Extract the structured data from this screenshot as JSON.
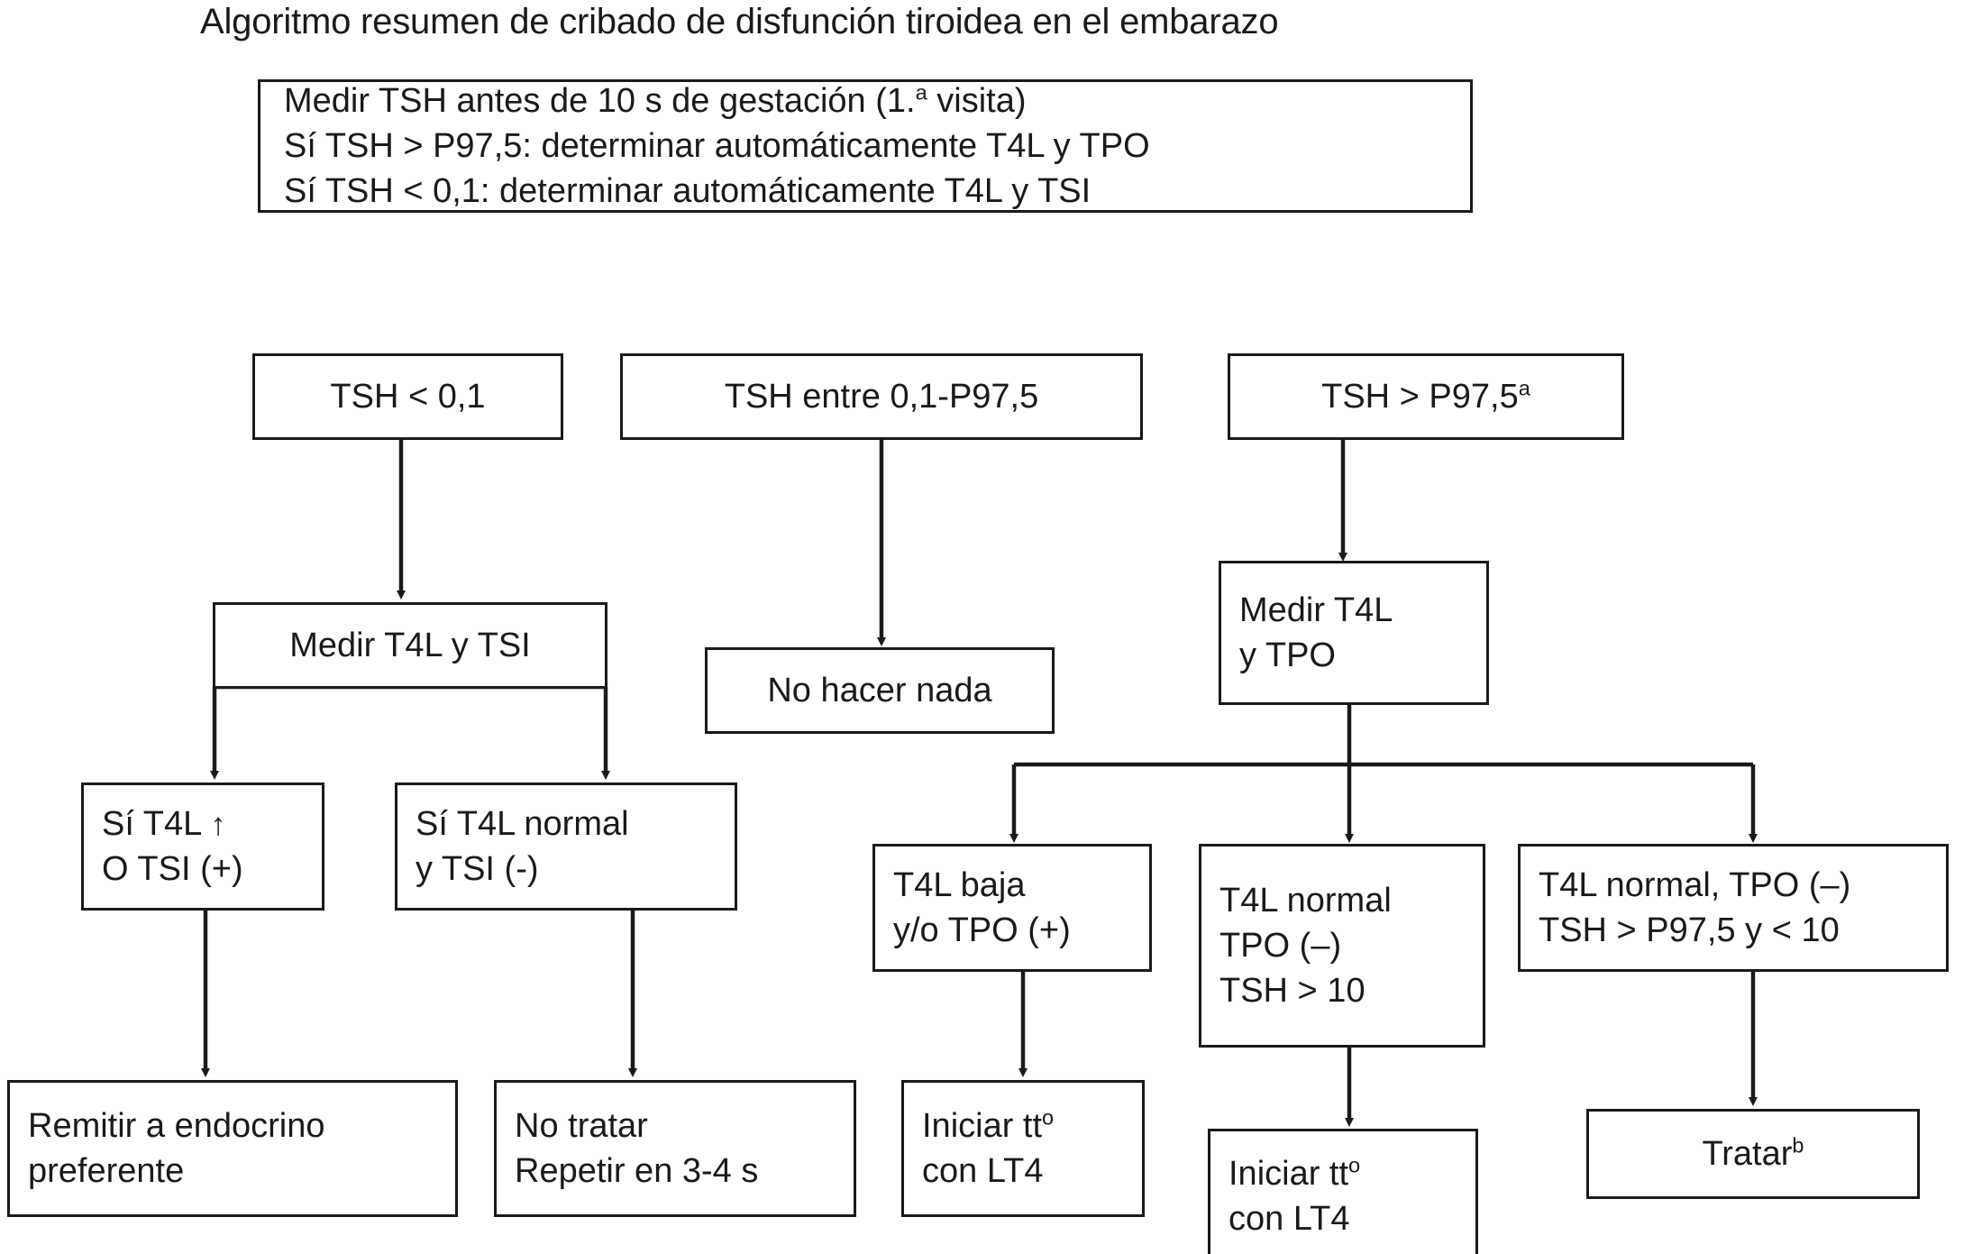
{
  "title": "Algoritmo resumen de cribado de disfunción tiroidea en el embarazo",
  "colors": {
    "stroke": "#1a1a1a",
    "background": "#ffffff",
    "text": "#1a1a1a"
  },
  "nodes": {
    "root": {
      "line1_a": "Medir TSH antes de 10 s de gestación (1.",
      "line1_sup": "a",
      "line1_b": " visita)",
      "line2": "Sí TSH > P97,5: determinar automáticamente T4L y TPO",
      "line3": "Sí TSH < 0,1: determinar automáticamente T4L y TSI"
    },
    "tsh_low": {
      "line1": "TSH < 0,1"
    },
    "tsh_mid": {
      "line1": "TSH entre 0,1-P97,5"
    },
    "tsh_high": {
      "line1_a": "TSH > P97,5",
      "line1_sup": "a"
    },
    "medir_t4l_tsi": {
      "line1": "Medir T4L y TSI"
    },
    "no_hacer_nada": {
      "line1": "No hacer nada"
    },
    "medir_t4l_tpo": {
      "line1": "Medir T4L",
      "line2": "y TPO"
    },
    "t4l_alta": {
      "line1_a": "Sí T4L ",
      "line1_arrow": "↑",
      "line2": "O TSI (+)"
    },
    "t4l_normal_tsi_neg": {
      "line1": "Sí T4L normal",
      "line2": "y TSI (-)"
    },
    "t4l_baja": {
      "line1": "T4L baja",
      "line2": "y/o TPO (+)"
    },
    "t4l_normal_tsh10": {
      "line1": "T4L normal",
      "line2": "TPO (–)",
      "line3": "TSH > 10"
    },
    "t4l_normal_subclin": {
      "line1": "T4L normal, TPO (–)",
      "line2": "TSH > P97,5 y < 10"
    },
    "remitir": {
      "line1": "Remitir a endocrino",
      "line2": "preferente"
    },
    "no_tratar": {
      "line1": "No tratar",
      "line2": "Repetir en 3-4 s"
    },
    "iniciar_lt4_a": {
      "line1_a": "Iniciar tt",
      "line1_sup": "o",
      "line2": "con LT4"
    },
    "iniciar_lt4_b": {
      "line1_a": "Iniciar tt",
      "line1_sup": "o",
      "line2": "con LT4"
    },
    "tratar": {
      "line1_a": "Tratar",
      "line1_sup": "b"
    }
  }
}
